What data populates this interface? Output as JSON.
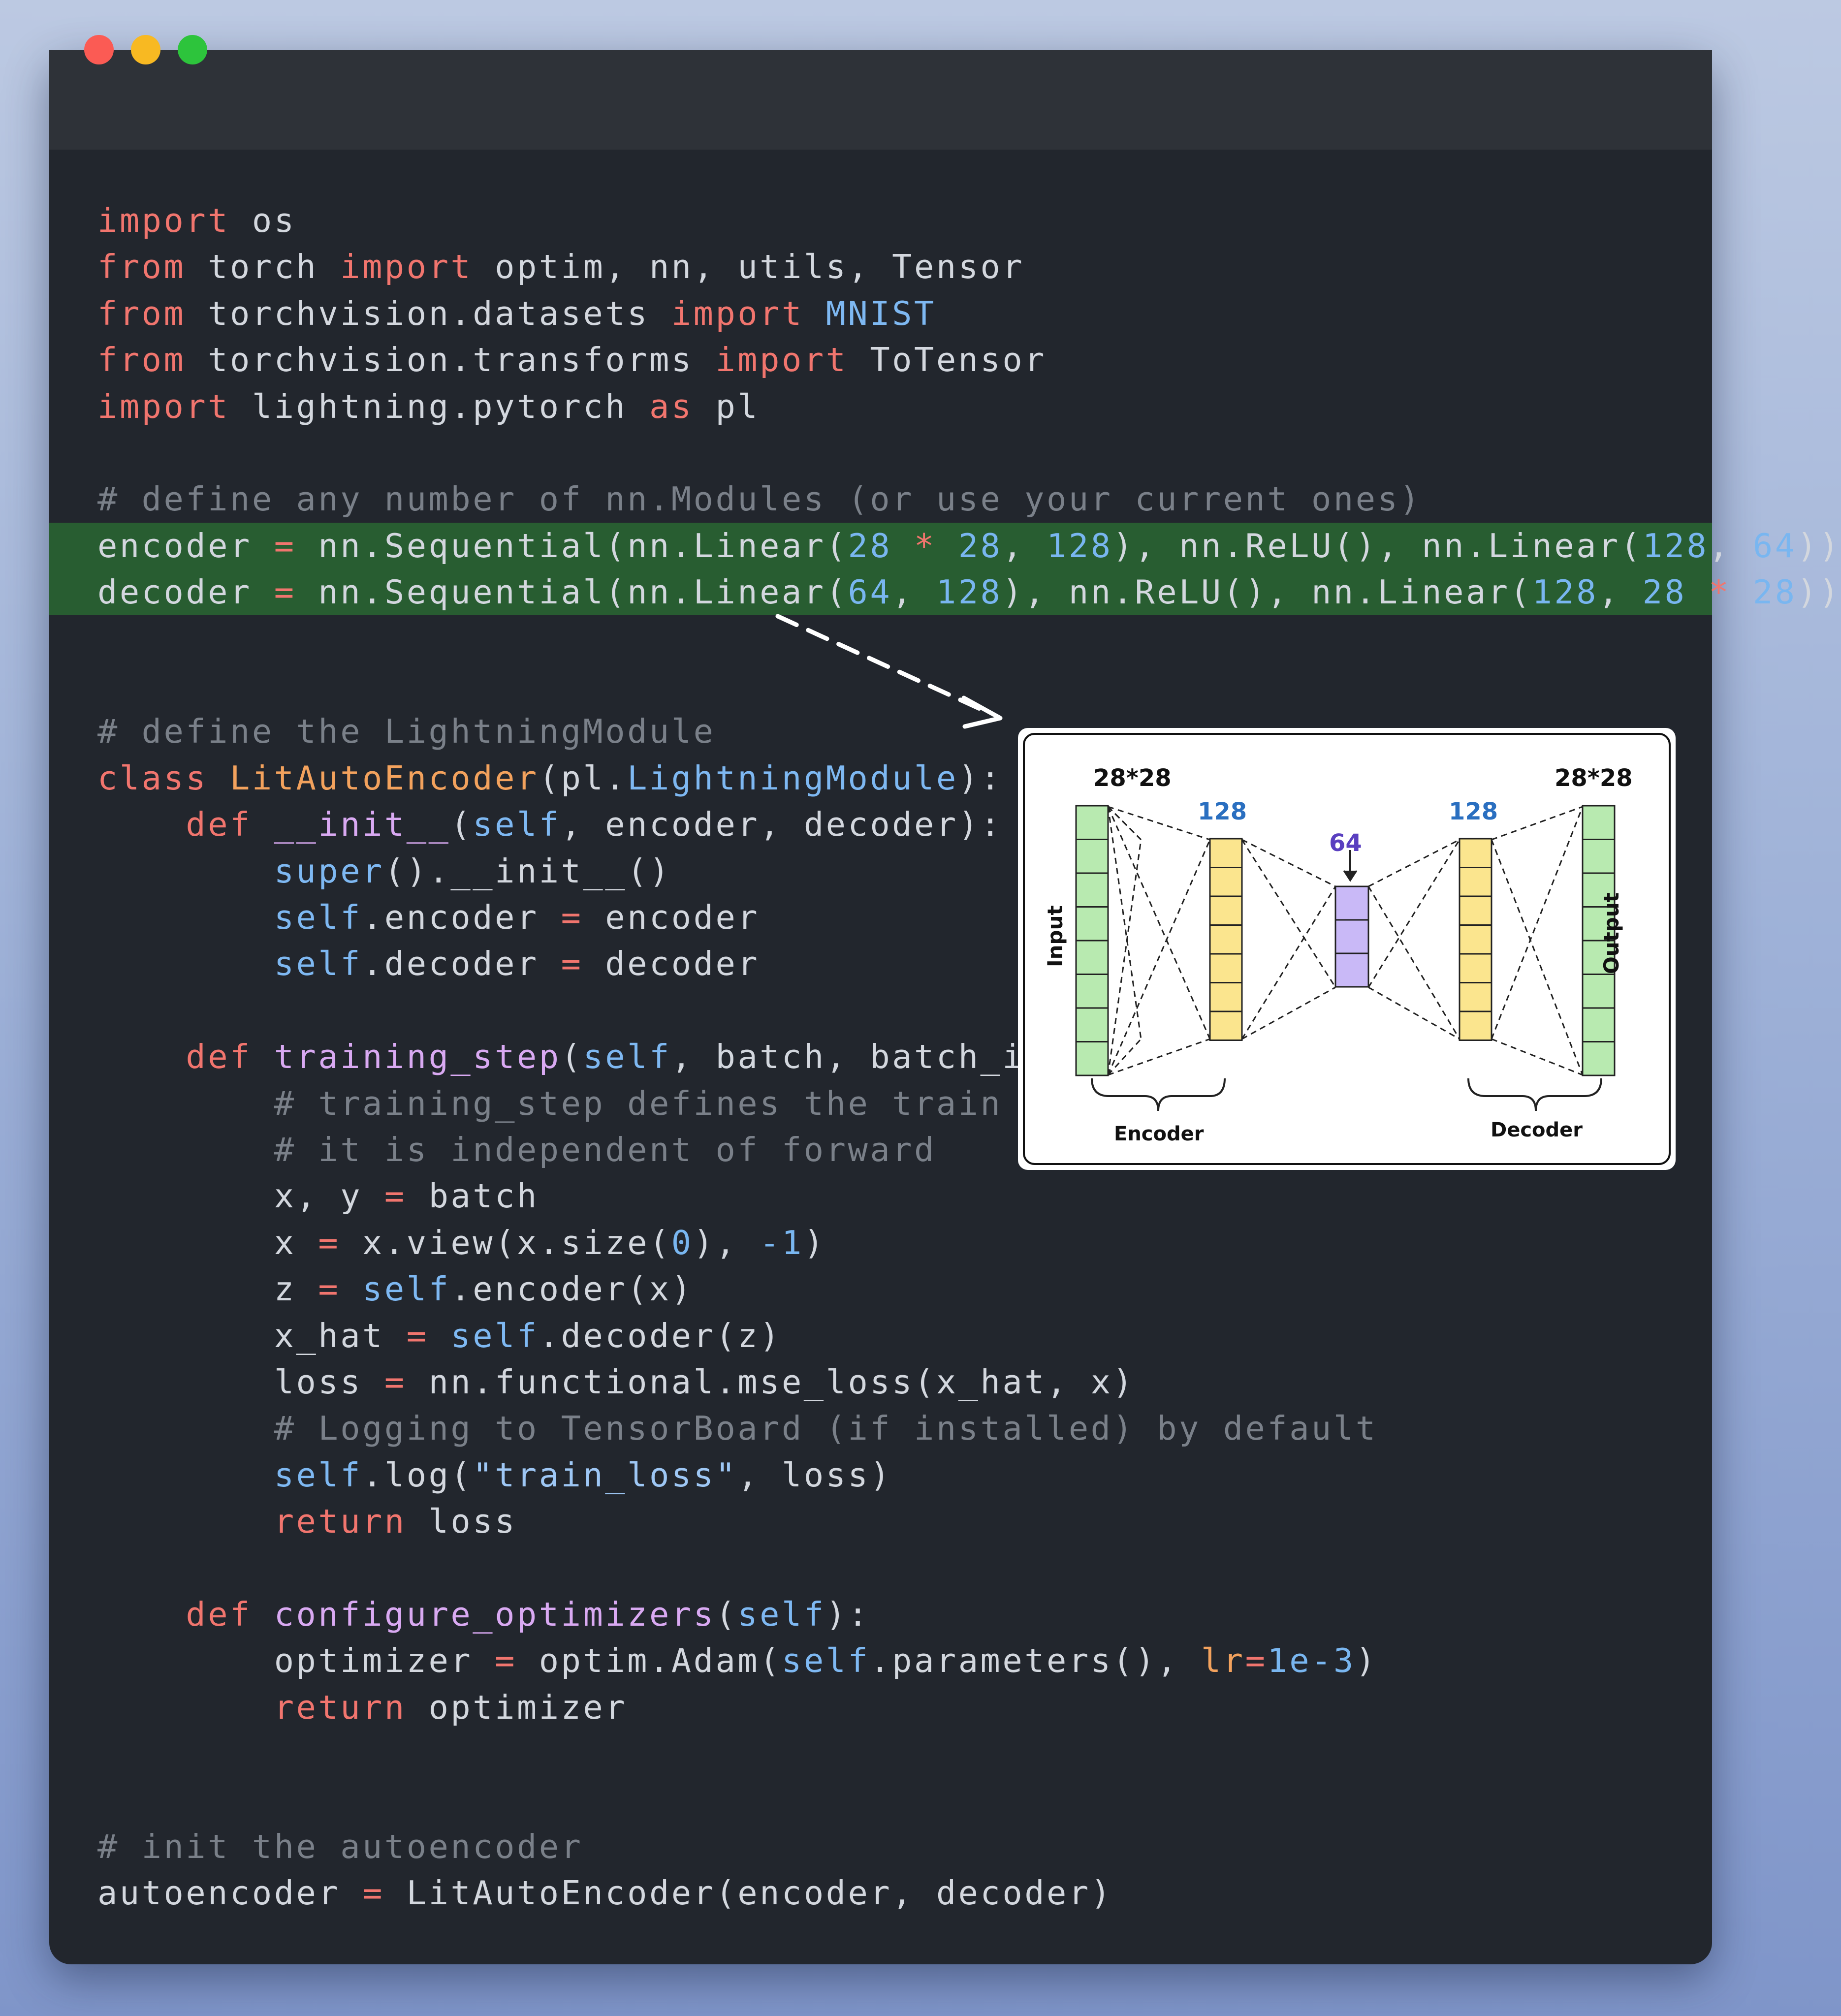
{
  "window": {
    "controls": [
      "close",
      "minimize",
      "maximize"
    ],
    "colors": {
      "close": "#fb5b54",
      "minimize": "#f8b922",
      "maximize": "#2dc43c",
      "highlight": "#285d31"
    }
  },
  "code": {
    "lines": [
      "import os",
      "from torch import optim, nn, utils, Tensor",
      "from torchvision.datasets import MNIST",
      "from torchvision.transforms import ToTensor",
      "import lightning.pytorch as pl",
      "",
      "# define any number of nn.Modules (or use your current ones)",
      "encoder = nn.Sequential(nn.Linear(28 * 28, 128), nn.ReLU(), nn.Linear(128, 64))",
      "decoder = nn.Sequential(nn.Linear(64, 128), nn.ReLU(), nn.Linear(128, 28 * 28))",
      "",
      "",
      "# define the LightningModule",
      "class LitAutoEncoder(pl.LightningModule):",
      "    def __init__(self, encoder, decoder):",
      "        super().__init__()",
      "        self.encoder = encoder",
      "        self.decoder = decoder",
      "",
      "    def training_step(self, batch, batch_idx):",
      "        # training_step defines the train loop.",
      "        # it is independent of forward",
      "        x, y = batch",
      "        x = x.view(x.size(0), -1)",
      "        z = self.encoder(x)",
      "        x_hat = self.decoder(z)",
      "        loss = nn.functional.mse_loss(x_hat, x)",
      "        # Logging to TensorBoard (if installed) by default",
      "        self.log(\"train_loss\", loss)",
      "        return loss",
      "",
      "    def configure_optimizers(self):",
      "        optimizer = optim.Adam(self.parameters(), lr=1e-3)",
      "        return optimizer",
      "",
      "",
      "# init the autoencoder",
      "autoencoder = LitAutoEncoder(encoder, decoder)"
    ],
    "highlighted_lines": [
      8,
      9
    ]
  },
  "diagram": {
    "input_dim": "28*28",
    "hidden_dim_1": "128",
    "latent_dim": "64",
    "hidden_dim_2": "128",
    "output_dim": "28*28",
    "input_label": "Input",
    "output_label": "Output",
    "encoder_label": "Encoder",
    "decoder_label": "Decoder",
    "colors": {
      "io": "#b8eab0",
      "hidden": "#fbe58e",
      "latent": "#c9b9f7",
      "dim_blue": "#2a6fc0",
      "dim_purple": "#5a3fc0"
    }
  }
}
